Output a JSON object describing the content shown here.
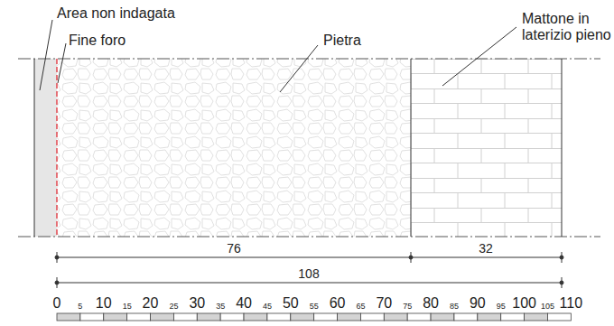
{
  "diagram": {
    "labels": [
      "Area non indagata",
      "Fine foro",
      "Pietra",
      "Mattone in laterizio pieno",
      "76",
      "32",
      "108",
      "0",
      "5",
      "10",
      "15",
      "20",
      "25",
      "30",
      "35",
      "40",
      "45",
      "50",
      "55",
      "60",
      "65",
      "70",
      "75",
      "80",
      "85",
      "90",
      "95",
      "100",
      "105",
      "110"
    ]
  }
}
